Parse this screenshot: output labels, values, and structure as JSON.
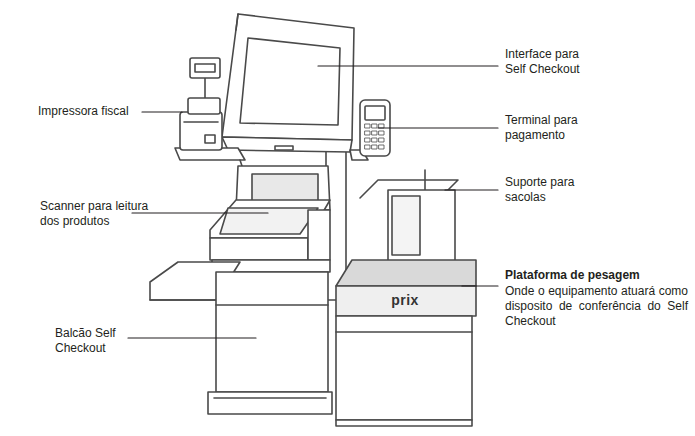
{
  "diagram": {
    "labels": [
      "Impressora fiscal",
      "Scanner para leitura dos produtos",
      "Balcão Self Checkout",
      "Interface para Self Checkout",
      "Terminal para pagamento",
      "Suporte para sacolas",
      "Plataforma de pesagem",
      "Onde o equipamento atuará como disposito de conferência do Self Checkout",
      "prix"
    ]
  }
}
